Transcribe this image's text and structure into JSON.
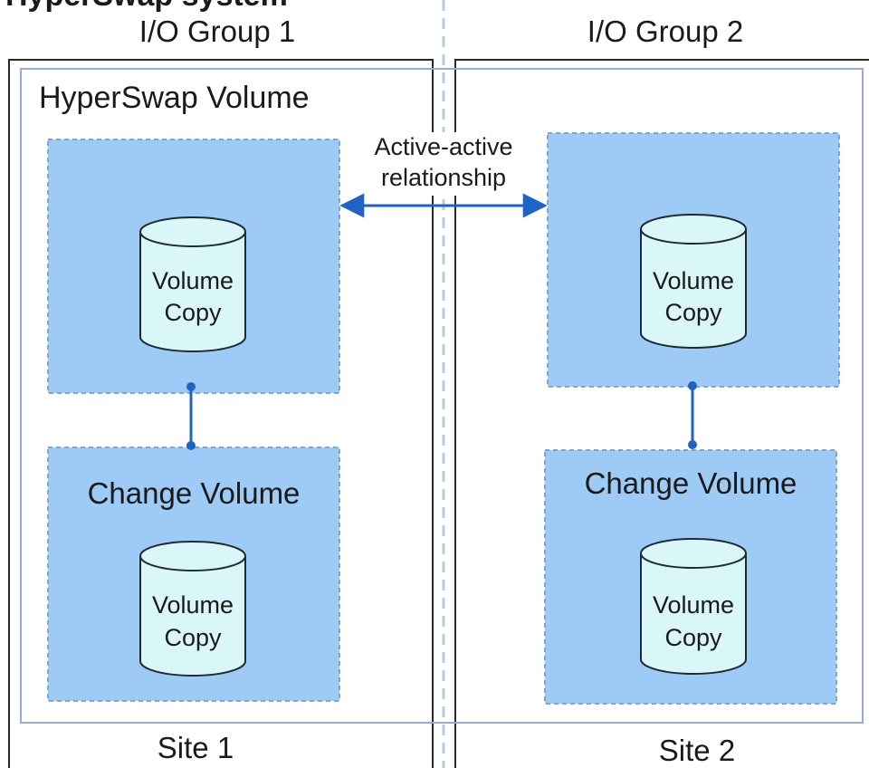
{
  "header_fragment": "HyperSwap system",
  "io_groups": [
    {
      "label": "I/O Group 1"
    },
    {
      "label": "I/O Group 2"
    }
  ],
  "hyperswap_volume_label": "HyperSwap Volume",
  "relationship_label": [
    "Active-active",
    "relationship"
  ],
  "copy_label": [
    "Volume",
    "Copy"
  ],
  "change_volume_label": "Change Volume",
  "sites": [
    {
      "label": "Site 1"
    },
    {
      "label": "Site 2"
    }
  ],
  "colors": {
    "copy_box_fill": "#9ecbf5",
    "copy_box_border": "#7fa6cc",
    "cylinder_fill": "#d9f6f8",
    "cylinder_stroke": "#1f2a33",
    "connector": "#1f63c6",
    "hyperswap_outline": "#97a9d6",
    "site_outline": "#2a2a2a",
    "divider": "#b3cbef"
  }
}
